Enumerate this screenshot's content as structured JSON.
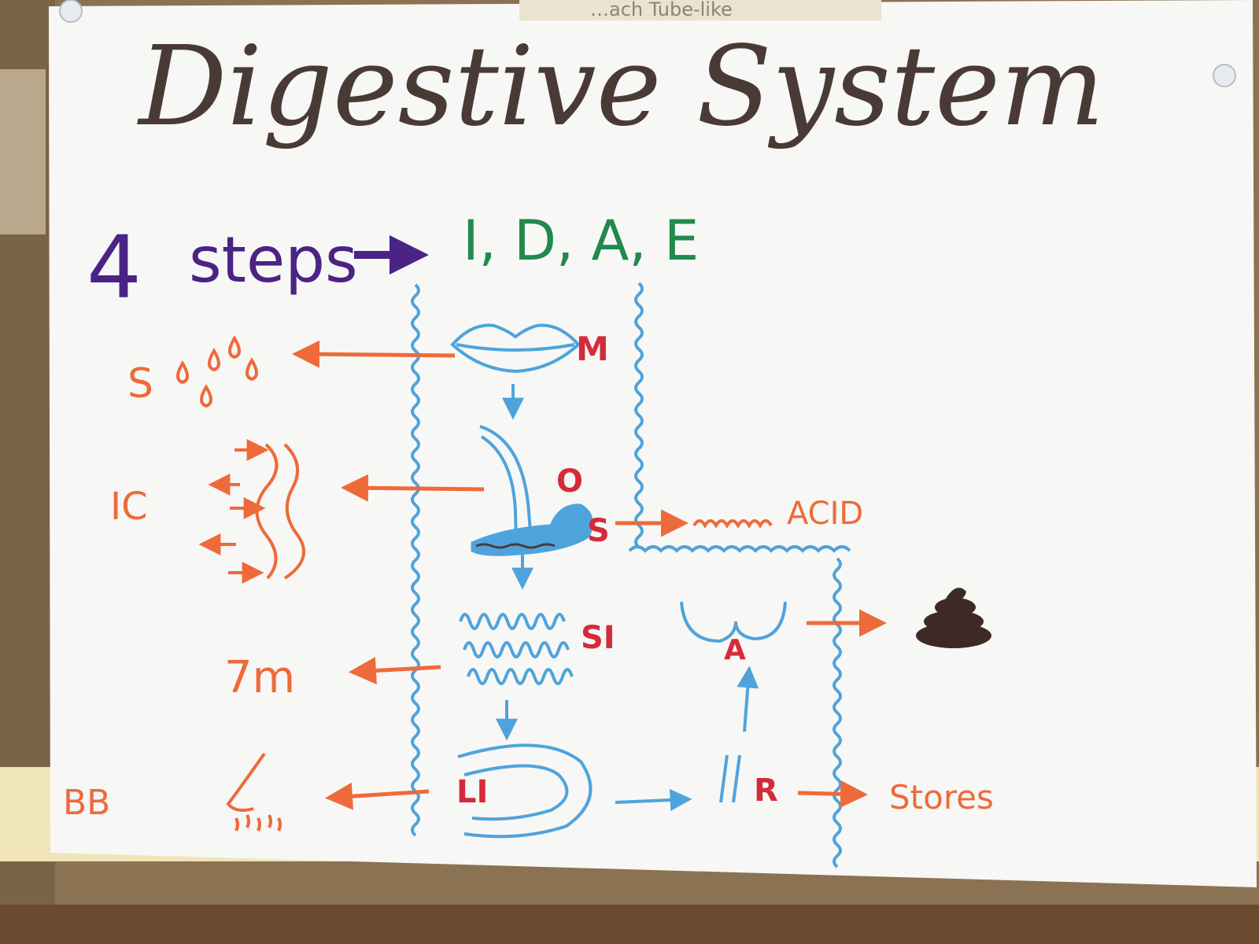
{
  "colors": {
    "board": "#8a7252",
    "paper": "#f7f7f5",
    "title": "#4a3a36",
    "purple": "#4b2385",
    "green": "#1f8a4c",
    "blue": "#4fa3dc",
    "orange": "#ee6a3a",
    "red": "#d42b3a",
    "poo": "#3e2a24",
    "border": "#efe5b8"
  },
  "title": "Digestive System",
  "steps": {
    "count": "4",
    "word": "steps",
    "list": "I, D, A, E"
  },
  "organs": {
    "mouth": "M",
    "oesophagus": "O",
    "stomach": "S",
    "small_intestine": "SI",
    "large_intestine": "LI",
    "absorption": "A",
    "rectum": "R"
  },
  "notes": {
    "saliva": "S",
    "ic": "IC",
    "length": "7m",
    "acid": "ACID",
    "bb": "BB",
    "stores": "Stores"
  },
  "top_scrawl": "…ach Tube-like",
  "icons": [
    "lips-icon",
    "saliva-drop-icon",
    "oesophagus-tube-icon",
    "peristalsis-icon",
    "stomach-icon",
    "small-intestine-coil-icon",
    "large-intestine-loop-icon",
    "absorption-icon",
    "rectum-icon",
    "nose-smell-icon",
    "poo-icon"
  ]
}
